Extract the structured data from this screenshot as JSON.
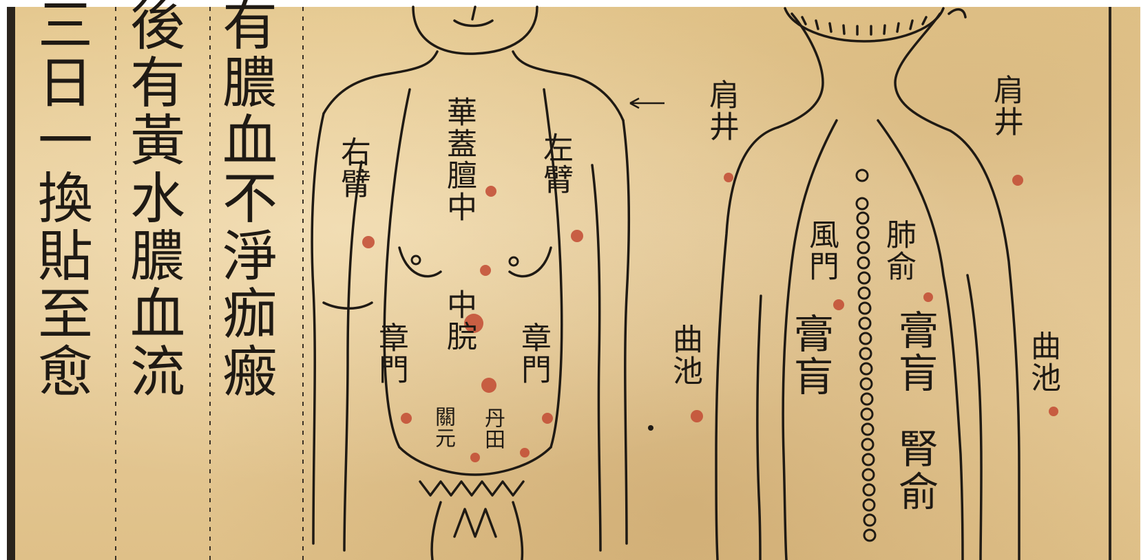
{
  "text_columns": [
    "三日一換貼至愈",
    "後有黃水膿血流",
    "有膿血不淨痂瘢"
  ],
  "front_figure": {
    "labels": {
      "right_arm": "右臂",
      "left_arm": "左臂",
      "midline_upper": "華蓋膻中",
      "midline_lower": "中脘",
      "guanyuan": "關元",
      "dantian": "丹田",
      "zhangmen_left": "章門",
      "zhangmen_right": "章門"
    }
  },
  "back_figure": {
    "labels": {
      "jianjing_left": "肩井",
      "jianjing_right": "肩井",
      "quchi_left": "曲池",
      "quchi_right": "曲池",
      "fengmen": "風門",
      "gaohuang_left": "膏肓",
      "feishu": "肺俞",
      "gaohuang_right": "膏肓",
      "shenshu": "腎俞"
    }
  },
  "colors": {
    "paper": "#e8cc94",
    "ink": "#1f1a14",
    "acupoint": "#c24a32"
  }
}
